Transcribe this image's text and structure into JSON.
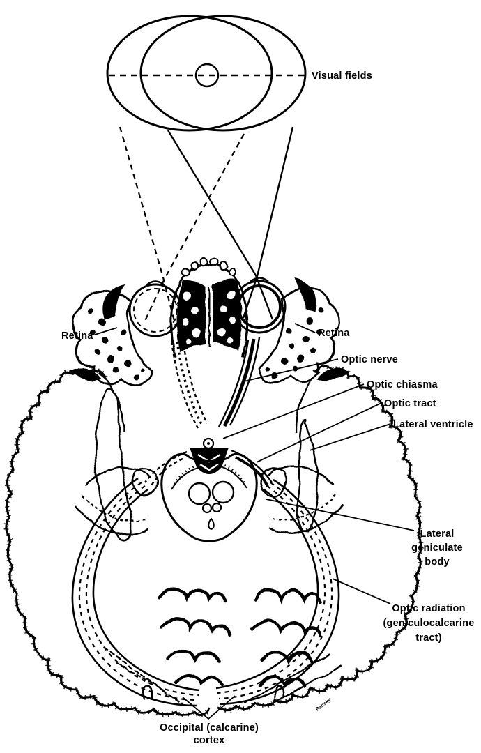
{
  "figure": {
    "background": "#ffffff",
    "ink_color": "#000000",
    "type": "anatomical-line-diagram",
    "subject": "Visual pathway from visual fields through retina, optic nerve, chiasma, tract, lateral geniculate body and optic radiation to occipital cortex (axial view of brain)",
    "labels": {
      "visual_fields": "Visual fields",
      "retina_left": "Retina",
      "retina_right": "Retina",
      "optic_nerve": "Optic nerve",
      "optic_chiasma": "Optic chiasma",
      "optic_tract": "Optic tract",
      "lateral_ventricle": "Lateral ventricle",
      "lateral_geniculate_body": [
        "Lateral",
        "geniculate",
        "body"
      ],
      "optic_radiation": [
        "Optic radiation",
        "(geniculocalcarine",
        "tract)"
      ],
      "occipital_cortex": [
        "Occipital (calcarine)",
        "cortex"
      ],
      "signature": "Pansky"
    },
    "line_styles": {
      "left_pathway": "dashed",
      "right_pathway": "solid"
    }
  }
}
